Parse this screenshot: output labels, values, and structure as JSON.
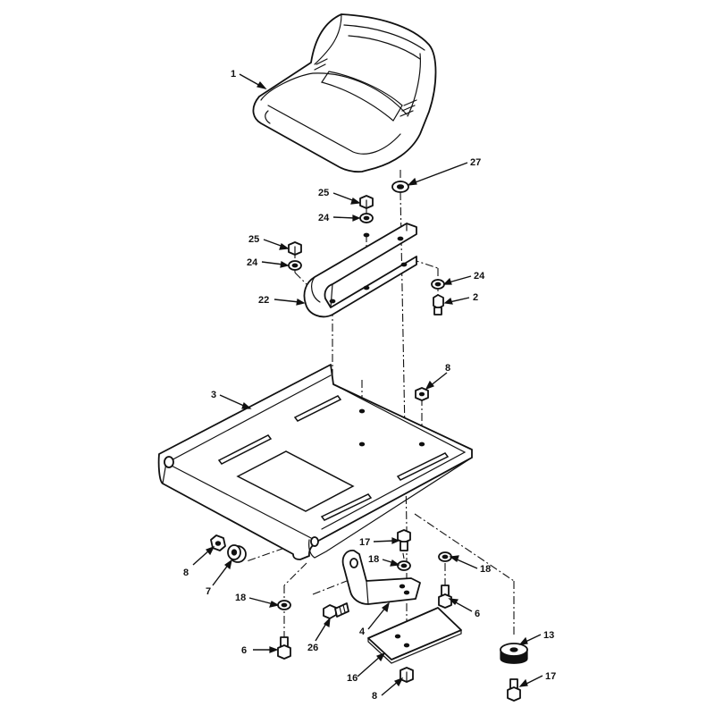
{
  "callouts": [
    {
      "id": "seat",
      "label": "1"
    },
    {
      "id": "washer-27",
      "label": "27"
    },
    {
      "id": "nut-25-upper",
      "label": "25"
    },
    {
      "id": "washer-24-upper",
      "label": "24"
    },
    {
      "id": "nut-25-left",
      "label": "25"
    },
    {
      "id": "washer-24-left",
      "label": "24"
    },
    {
      "id": "washer-24-right",
      "label": "24"
    },
    {
      "id": "bolt-2",
      "label": "2"
    },
    {
      "id": "bracket-22",
      "label": "22"
    },
    {
      "id": "nut-8-right",
      "label": "8"
    },
    {
      "id": "seat-pan-3",
      "label": "3"
    },
    {
      "id": "nut-8-left",
      "label": "8"
    },
    {
      "id": "spacer-7",
      "label": "7"
    },
    {
      "id": "bolt-17-top",
      "label": "17"
    },
    {
      "id": "washer-18-mid",
      "label": "18"
    },
    {
      "id": "washer-18-right",
      "label": "18"
    },
    {
      "id": "washer-18-left",
      "label": "18"
    },
    {
      "id": "bolt-6-right",
      "label": "6"
    },
    {
      "id": "bracket-4",
      "label": "4"
    },
    {
      "id": "bolt-26",
      "label": "26"
    },
    {
      "id": "bolt-6-left",
      "label": "6"
    },
    {
      "id": "bumper-13",
      "label": "13"
    },
    {
      "id": "plate-16",
      "label": "16"
    },
    {
      "id": "bolt-17-bottom",
      "label": "17"
    },
    {
      "id": "nut-8-bottom",
      "label": "8"
    }
  ]
}
